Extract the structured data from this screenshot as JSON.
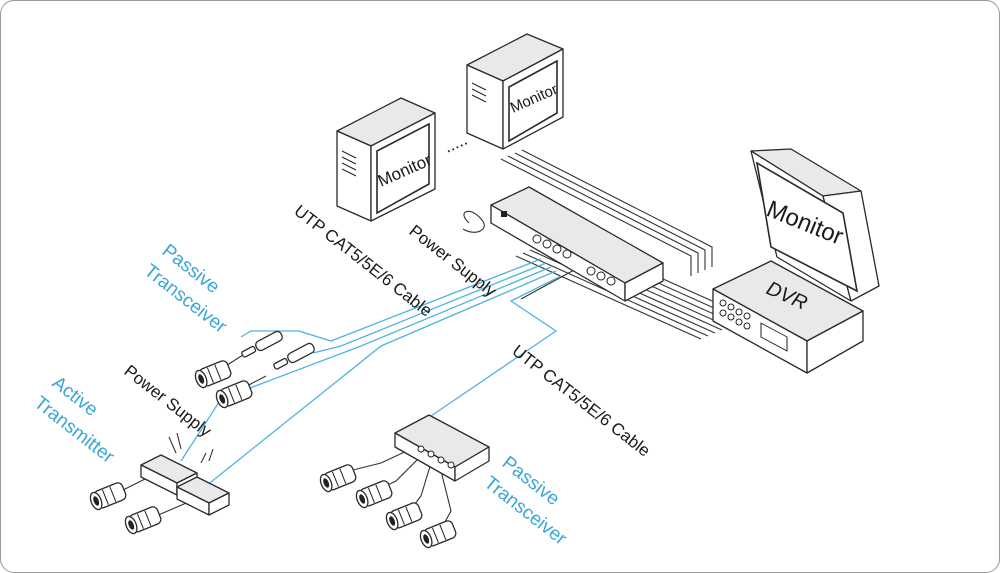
{
  "labels": {
    "monitor": "Monitor",
    "dvr": "DVR",
    "cable": "UTP CAT5/5E/6 Cable",
    "power_supply": "Power Supply",
    "passive_transceiver_line1": "Passive",
    "passive_transceiver_line2": "Transceiver",
    "active_transmitter_line1": "Active",
    "active_transmitter_line2": "Transmitter",
    "ellipsis": "....."
  },
  "colors": {
    "accent_blue": "#3aa6d8",
    "line_dark": "#2a2a2a",
    "frame": "#9a9a9a"
  }
}
